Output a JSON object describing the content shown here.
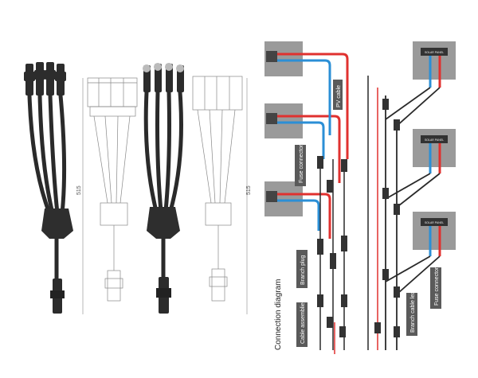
{
  "dimensions": {
    "left": "515",
    "right": "515"
  },
  "labels": {
    "pv_cable": "PV cable",
    "fuse_connector_1": "Fuse connector",
    "branch_plug": "Branch plug",
    "cable_assemblies": "Cable assemblies",
    "branch_cable_leads": "Branch cable leads",
    "fuse_connector_2": "Fuse connector",
    "connection_diagram": "Connection diagram"
  },
  "panel_badge": "SOLAR PANEL",
  "colors": {
    "red": "#e0312f",
    "blue": "#2b8fd6",
    "cable": "#2a2a2a",
    "panel": "#9a9a9a",
    "label_bg": "#5a5a5a"
  }
}
